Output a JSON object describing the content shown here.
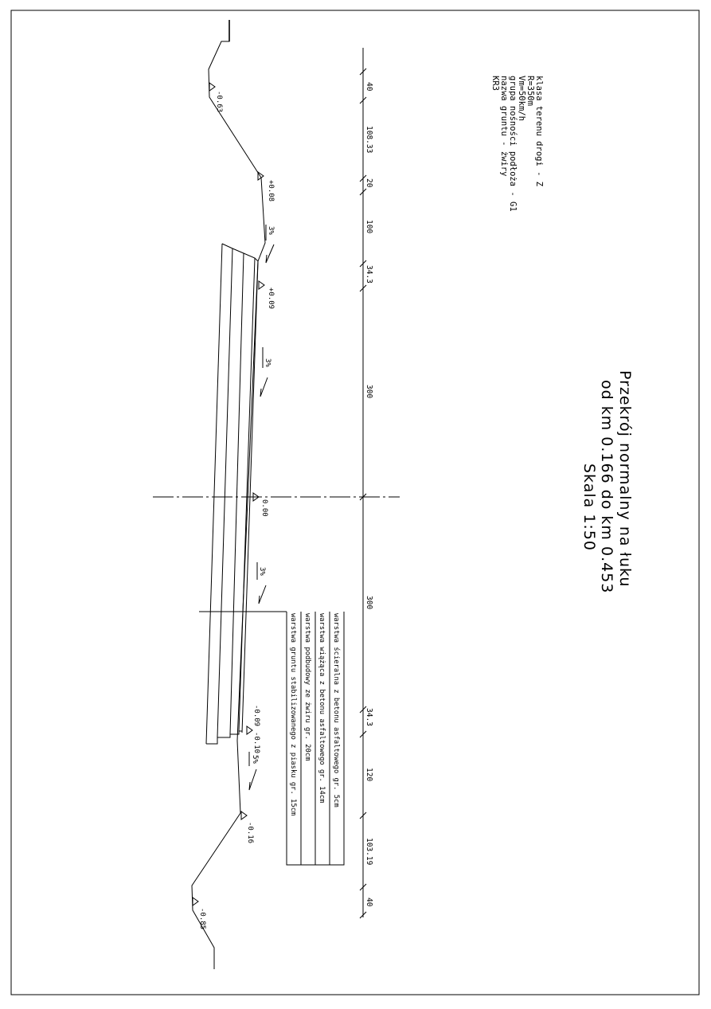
{
  "title": {
    "line1": "Przekrój normalny na łuku",
    "line2": "od km 0.166 do km 0.453",
    "line3": "Skala 1:50"
  },
  "notes": [
    "klasa terenu drogi - Z",
    "R=350m",
    "Vm=50km/h",
    "grupa nośności podłoża - G1",
    "nazwa gruntu - żwiry",
    "KR3"
  ],
  "dimensions": [
    "40",
    "108.33",
    "20",
    "100",
    "34.3",
    "300",
    "300",
    "34.3",
    "120",
    "103.19",
    "40"
  ],
  "elevations": [
    "-0.63",
    "+0.08",
    "+0.09",
    "0.00",
    "-0.09",
    "-0.10",
    "-0.16",
    "-0.85"
  ],
  "slopes": [
    "3%",
    "3%",
    "3%",
    "5%"
  ],
  "legend": [
    "warstwa ścieralna z betonu asfaltowego gr. 5cm",
    "warstwa wiążąca z betonu asfaltowego gr. 14cm",
    "warstwa podbudowy ze żwiru gr. 20cm",
    "warstwa gruntu stabilizowanego z piasku gr. 15cm"
  ]
}
